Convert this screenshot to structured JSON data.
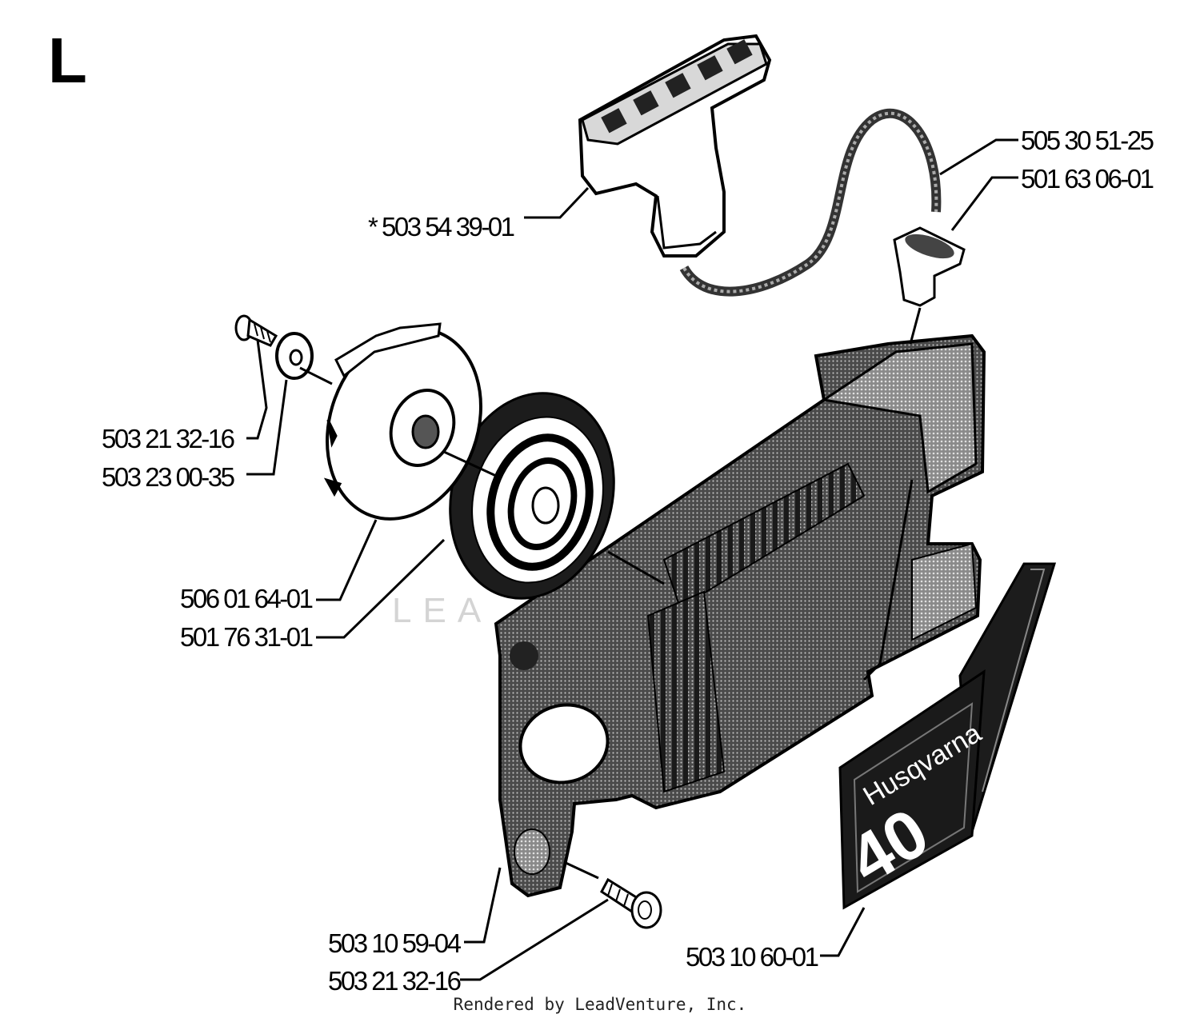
{
  "section_letter": "L",
  "watermark": "LEA",
  "badge": {
    "brand": "Husqvarna",
    "model": "40"
  },
  "labels": {
    "p1": "505 30 51-25",
    "p2": "501 63 06-01",
    "p3": "* 503 54 39-01",
    "p4": "503 21 32-16",
    "p5": "503 23 00-35",
    "p6": "506 01 64-01",
    "p7": "501 76 31-01",
    "p8": "503 10 59-04",
    "p9": "503 21 32-16",
    "p10": "503 10 60-01"
  },
  "footer": "Rendered by LeadVenture, Inc."
}
